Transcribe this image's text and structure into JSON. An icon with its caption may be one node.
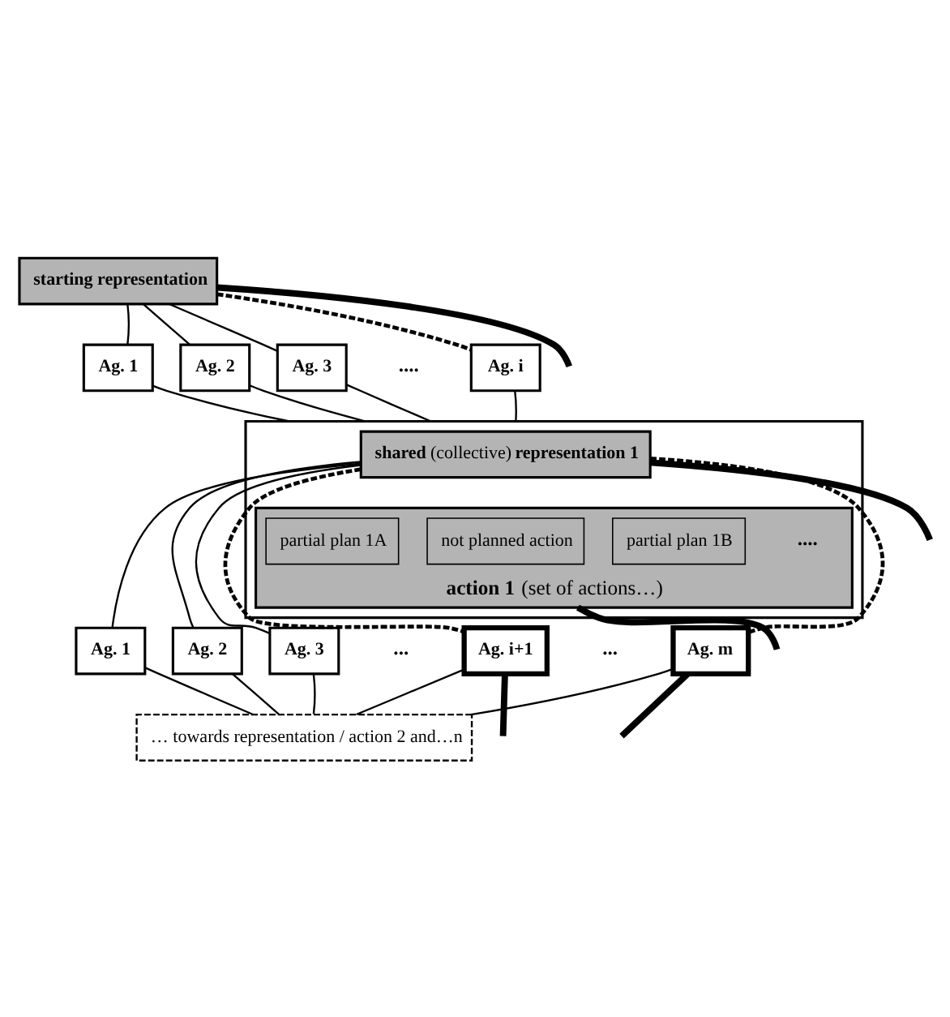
{
  "diagram": {
    "nodes": [
      {
        "text": [
          "starting representation"
        ]
      },
      {
        "text": [
          "Ag. 1"
        ]
      },
      {
        "text": [
          "Ag. 2"
        ]
      },
      {
        "text": [
          "Ag. 3"
        ]
      },
      {
        "text": [
          "Ag. i"
        ]
      },
      {
        "text": [],
        "shape": "box"
      },
      {
        "text": [
          "**shared** (collective) **representation 1**"
        ],
        "in": 5
      },
      {
        "text": [
          "**action 1** (set of actions…)"
        ],
        "in": 5
      },
      {
        "text": [
          "partial plan 1A"
        ],
        "in": 7
      },
      {
        "text": [
          "partial plan 1B"
        ],
        "in": 7
      },
      {
        "text": [
          "not planned action"
        ],
        "in": 7
      },
      {
        "text": [
          "Ag. 1"
        ]
      },
      {
        "text": [
          "Ag. 2"
        ]
      },
      {
        "text": [
          "Ag. 3"
        ]
      },
      {
        "text": [
          "Ag. i+1"
        ]
      },
      {
        "text": [
          "Ag. m"
        ]
      },
      {
        "text": [
          "… towards representation / action 2 and…n"
        ]
      }
    ],
    "edges": [
      {
        "from": 0,
        "to": 1,
        "arrow": "none"
      },
      {
        "from": 0,
        "to": 2,
        "arrow": "none"
      },
      {
        "from": 0,
        "to": 3,
        "arrow": "none"
      },
      {
        "from": 0,
        "to": 4,
        "arrow": "none",
        "style": "dashed"
      },
      {
        "from": 0,
        "to": null,
        "arrow": "none",
        "style": "thick"
      },
      {
        "from": 1,
        "to": 5,
        "arrow": "none"
      },
      {
        "from": 2,
        "to": 5,
        "arrow": "none"
      },
      {
        "from": 3,
        "to": 5,
        "arrow": "none"
      },
      {
        "from": 4,
        "to": 5,
        "arrow": "none"
      },
      {
        "from": 6,
        "to": null,
        "arrow": "none",
        "style": "thick"
      },
      {
        "from": 7,
        "to": null,
        "arrow": "none",
        "style": "thick"
      },
      {
        "from": 6,
        "to": 11,
        "arrow": "none"
      },
      {
        "from": 6,
        "to": 12,
        "arrow": "none"
      },
      {
        "from": 6,
        "to": 13,
        "arrow": "none"
      },
      {
        "from": 6,
        "to": 14,
        "arrow": "none",
        "style": "dashed"
      },
      {
        "from": 6,
        "to": 15,
        "arrow": "none",
        "style": "dashed"
      },
      {
        "from": 14,
        "to": null,
        "arrow": "none",
        "style": "thick"
      },
      {
        "from": 15,
        "to": null,
        "arrow": "none",
        "style": "thick"
      },
      {
        "from": 11,
        "to": 16,
        "arrow": "none"
      },
      {
        "from": 12,
        "to": 16,
        "arrow": "none"
      },
      {
        "from": 13,
        "to": 16,
        "arrow": "none"
      },
      {
        "from": 14,
        "to": 16,
        "arrow": "none"
      },
      {
        "from": 15,
        "to": 16,
        "arrow": "none"
      }
    ],
    "labels": [
      "....",
      "....",
      "...",
      "..."
    ]
  }
}
